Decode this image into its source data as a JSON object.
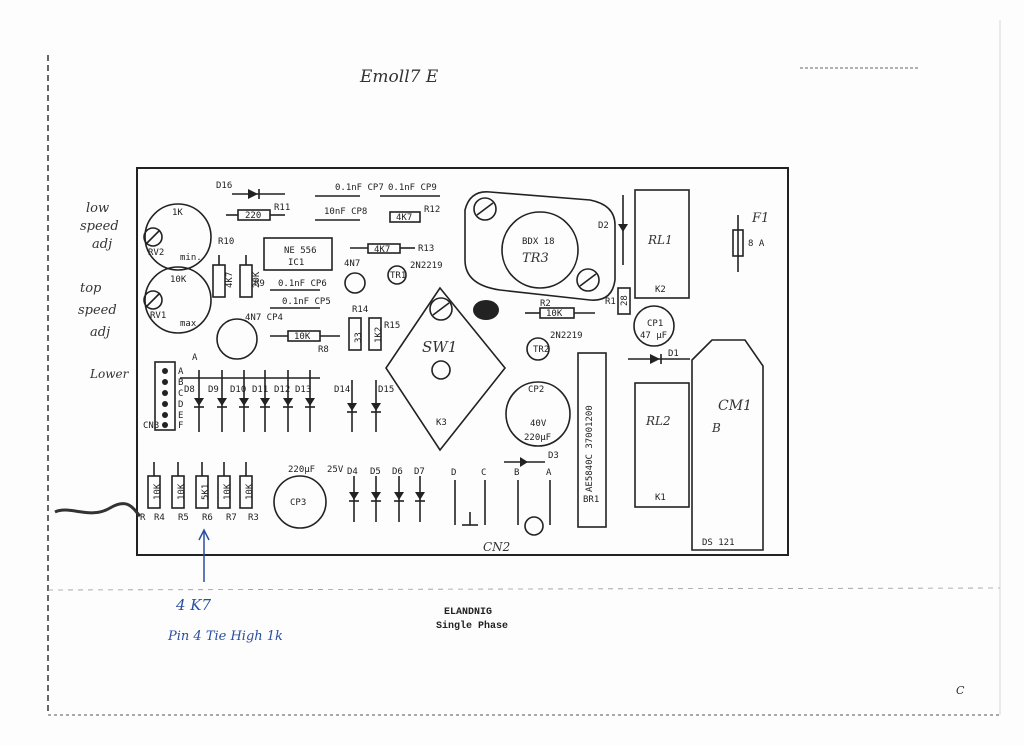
{
  "page": {
    "header_note": "Emoll7 E",
    "caption_title": "ELANDNIG",
    "caption_subtitle": "Single Phase",
    "corner_note": "C",
    "colors": {
      "ink": "#222222",
      "blue_note": "#2a4fa0"
    }
  },
  "margin_notes": {
    "low_speed": [
      "low",
      "speed",
      "adj"
    ],
    "top_speed": [
      "top",
      "speed",
      "adj"
    ],
    "lower_word": "Lower"
  },
  "annotations": {
    "value": "4 K7",
    "instruction": "Pin 4 Tie High 1k"
  },
  "components": {
    "rv2_value": "1K",
    "rv2_name": "RV2",
    "rv2_tag": "min.",
    "rv1_value": "10K",
    "rv1_name": "RV1",
    "rv1_tag": "max.",
    "d16": "D16",
    "r11": "R11",
    "r11_value": "220",
    "cp7": "0.1nF CP7",
    "cp9": "0.1nF CP9",
    "cp8": "10nF CP8",
    "r12": "R12",
    "r12_value": "4K7",
    "r10": "R10",
    "ic1_part": "NE 556",
    "ic1_name": "IC1",
    "r13": "R13",
    "r13_value": "4K7",
    "tr1_spec": "4N7",
    "tr1": "TR1",
    "tr1_part": "2N2219",
    "r9_value": "4K7",
    "r_20k": "20K",
    "r9": "R9",
    "cp6": "0.1nF CP6",
    "cp5": "0.1nF CP5",
    "cp4": "4N7 CP4",
    "r8_value": "10K",
    "r8": "R8",
    "r14": "R14",
    "r14_value": "33",
    "r15": "R15",
    "r15_value": "1K2",
    "tr3_part": "BDX 18",
    "tr3": "TR3",
    "d2": "D2",
    "rl1": "RL1",
    "k2": "K2",
    "r1": "R1",
    "r1_value": "28",
    "f1": "F1",
    "f1_value": "8 A",
    "r2": "R2",
    "r2_value": "10K",
    "tr2_part": "2N2219",
    "tr2": "TR2",
    "cp1": "CP1",
    "cp1_value": "47 μF",
    "d1": "D1",
    "sw1": "SW1",
    "k3": "K3",
    "cp2": "CP2",
    "cp2_voltage": "40V",
    "cp2_value": "220μF",
    "br1": "BR1",
    "br1_part": "AE5840C 37001200",
    "rl2": "RL2",
    "k1": "K1",
    "cm1": "CM1",
    "cm1_mark": "B",
    "ds121": "DS 121",
    "conn_a": "A",
    "d_row1": [
      "D8",
      "D9",
      "D10",
      "D11",
      "D12",
      "D13"
    ],
    "d14": "D14",
    "d15": "D15",
    "cp3": "CP3",
    "cp3_value": "220μF",
    "cp3_voltage": "25V",
    "d_row2": [
      "D4",
      "D5",
      "D6",
      "D7"
    ],
    "term_labels": [
      "D",
      "C",
      "B",
      "A"
    ],
    "d3": "D3",
    "cn2": "CN2",
    "resistor_values": [
      "10K",
      "10K",
      "5K1",
      "10K",
      "10K"
    ],
    "resistor_names": [
      "R",
      "R4",
      "R5",
      "R6",
      "R7",
      "R3"
    ],
    "pin_labels": [
      "A",
      "B",
      "C",
      "D",
      "E",
      "F"
    ],
    "cn3": "CN3"
  }
}
